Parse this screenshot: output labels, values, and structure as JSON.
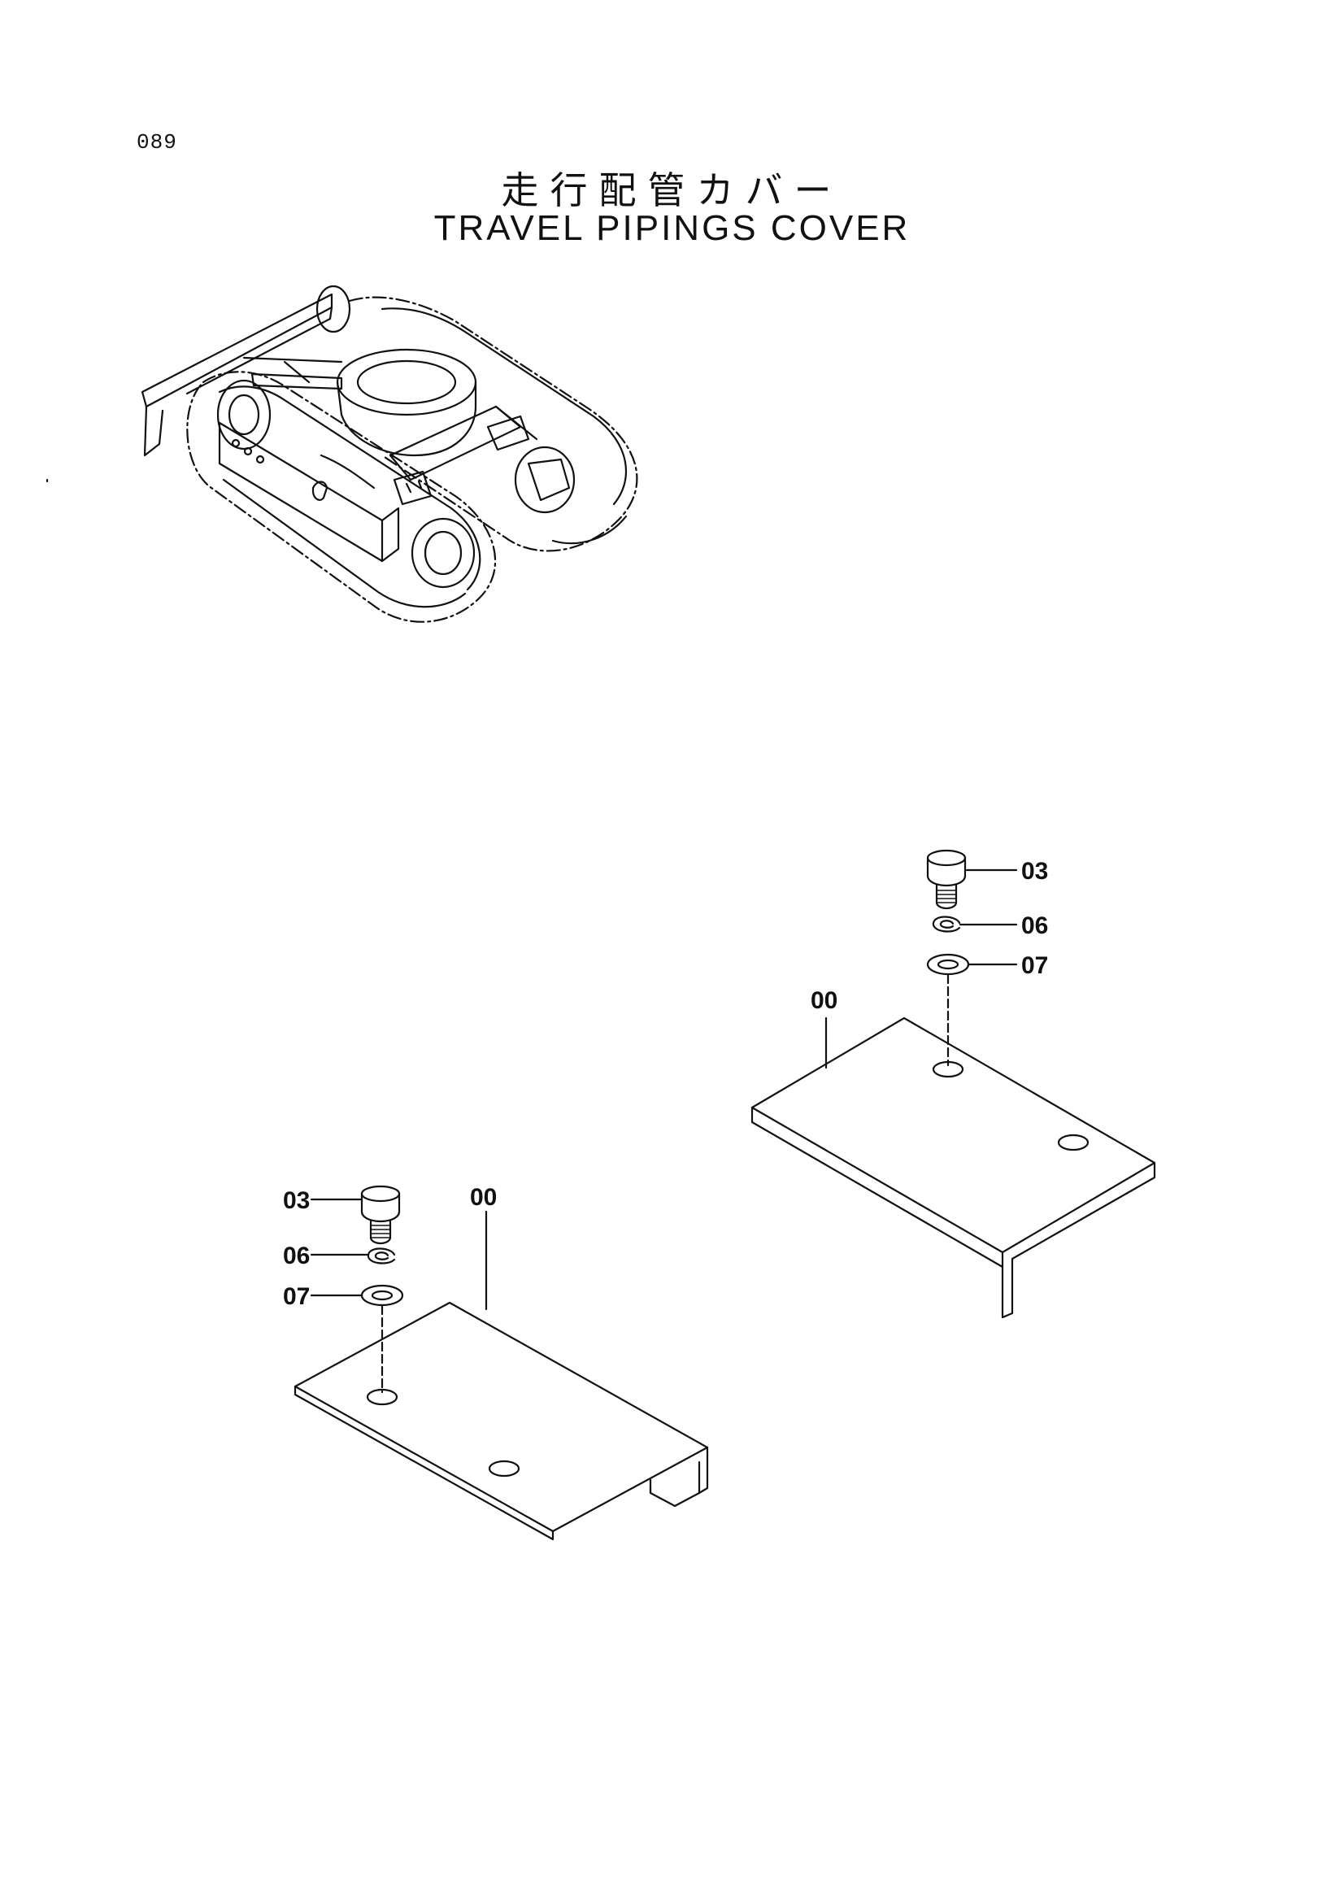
{
  "page_number": "089",
  "title_jp": "走行配管カバー",
  "title_en": "TRAVEL PIPINGS COVER",
  "callouts": {
    "right_cover": "00",
    "right_bolt": "03",
    "right_lock_washer": "06",
    "right_washer": "07",
    "left_cover": "00",
    "left_bolt": "03",
    "left_lock_washer": "06",
    "left_washer": "07"
  }
}
